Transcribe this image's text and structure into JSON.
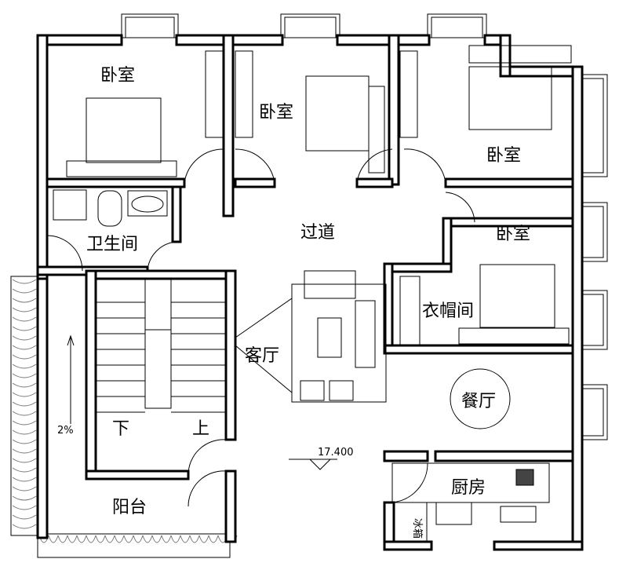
{
  "rooms": {
    "bedroom_1": "卧室",
    "bedroom_2": "卧室",
    "bedroom_3": "卧室",
    "bedroom_4": "卧室",
    "bathroom": "卫生间",
    "corridor": "过道",
    "living_room": "客厅",
    "walk_in_closet": "衣帽间",
    "dining_room": "餐厅",
    "kitchen": "厨房",
    "balcony": "阳台"
  },
  "stairs": {
    "down": "下",
    "up": "上"
  },
  "annotations": {
    "slope": "2%",
    "elevation": "17.400",
    "fridge": "冰箱"
  }
}
